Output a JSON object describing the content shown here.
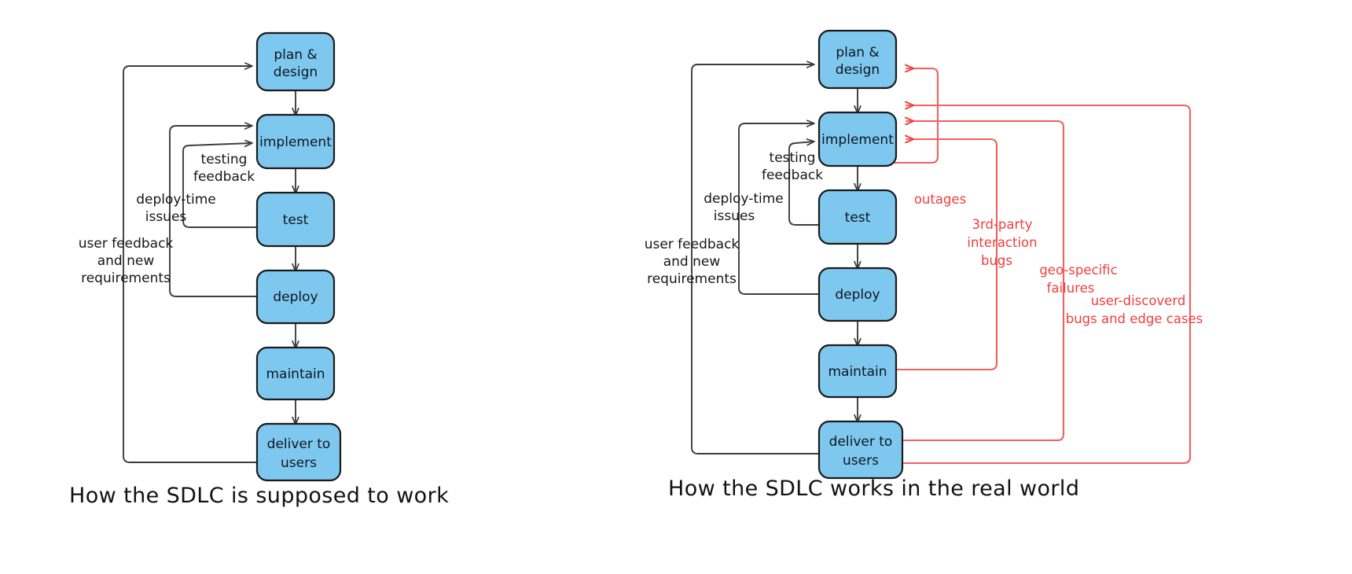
{
  "figure": {
    "title_not_shown": "",
    "background_color": "#ffffff",
    "node_fill_color": "#7ec8f0",
    "node_stroke_color": "#1a1a1a",
    "flow_arrow_color": "#3d3d3d",
    "problem_arrow_color": "#f03e3e"
  },
  "panels": [
    {
      "id": "ideal",
      "caption": "How the SDLC is supposed to work",
      "nodes": [
        {
          "id": "plan",
          "label_line1": "plan &",
          "label_line2": "design"
        },
        {
          "id": "impl",
          "label_line1": "implement",
          "label_line2": ""
        },
        {
          "id": "test",
          "label_line1": "test",
          "label_line2": ""
        },
        {
          "id": "deploy",
          "label_line1": "deploy",
          "label_line2": ""
        },
        {
          "id": "maintain",
          "label_line1": "maintain",
          "label_line2": ""
        },
        {
          "id": "deliver",
          "label_line1": "deliver to",
          "label_line2": "users"
        }
      ],
      "flow_edges": [
        {
          "from": "plan",
          "to": "impl",
          "label": ""
        },
        {
          "from": "impl",
          "to": "test",
          "label": ""
        },
        {
          "from": "test",
          "to": "deploy",
          "label": ""
        },
        {
          "from": "deploy",
          "to": "maintain",
          "label": ""
        },
        {
          "from": "maintain",
          "to": "deliver",
          "label": ""
        }
      ],
      "feedback_edges": [
        {
          "from": "test",
          "to": "impl",
          "label_line1": "testing",
          "label_line2": "feedback",
          "label_line3": ""
        },
        {
          "from": "deploy",
          "to": "impl",
          "label_line1": "deploy-time",
          "label_line2": "issues",
          "label_line3": ""
        },
        {
          "from": "deliver",
          "to": "plan",
          "label_line1": "user feedback",
          "label_line2": "and new",
          "label_line3": "requirements"
        }
      ]
    },
    {
      "id": "real-world",
      "caption": "How the SDLC works in the real world",
      "nodes": [
        {
          "id": "plan",
          "label_line1": "plan &",
          "label_line2": "design"
        },
        {
          "id": "impl",
          "label_line1": "implement",
          "label_line2": ""
        },
        {
          "id": "test",
          "label_line1": "test",
          "label_line2": ""
        },
        {
          "id": "deploy",
          "label_line1": "deploy",
          "label_line2": ""
        },
        {
          "id": "maintain",
          "label_line1": "maintain",
          "label_line2": ""
        },
        {
          "id": "deliver",
          "label_line1": "deliver to",
          "label_line2": "users"
        }
      ],
      "flow_edges": [
        {
          "from": "plan",
          "to": "impl",
          "label": ""
        },
        {
          "from": "impl",
          "to": "test",
          "label": ""
        },
        {
          "from": "test",
          "to": "deploy",
          "label": ""
        },
        {
          "from": "deploy",
          "to": "maintain",
          "label": ""
        },
        {
          "from": "maintain",
          "to": "deliver",
          "label": ""
        }
      ],
      "feedback_edges": [
        {
          "from": "test",
          "to": "impl",
          "label_line1": "testing",
          "label_line2": "feedback",
          "label_line3": ""
        },
        {
          "from": "deploy",
          "to": "impl",
          "label_line1": "deploy-time",
          "label_line2": "issues",
          "label_line3": ""
        },
        {
          "from": "deliver",
          "to": "plan",
          "label_line1": "user feedback",
          "label_line2": "and new",
          "label_line3": "requirements"
        }
      ],
      "problem_edges": [
        {
          "from": "deploy",
          "to": "impl",
          "label_line1": "outages",
          "label_line2": "",
          "label_line3": ""
        },
        {
          "from": "maintain",
          "to": "impl",
          "label_line1": "3rd-party",
          "label_line2": "interaction",
          "label_line3": "bugs"
        },
        {
          "from": "deliver",
          "to": "impl",
          "label_line1": "geo-specific",
          "label_line2": "failures",
          "label_line3": ""
        },
        {
          "from": "deliver",
          "to": "impl",
          "label_line1": "user-discoverd",
          "label_line2": "bugs and edge cases",
          "label_line3": ""
        }
      ]
    }
  ]
}
